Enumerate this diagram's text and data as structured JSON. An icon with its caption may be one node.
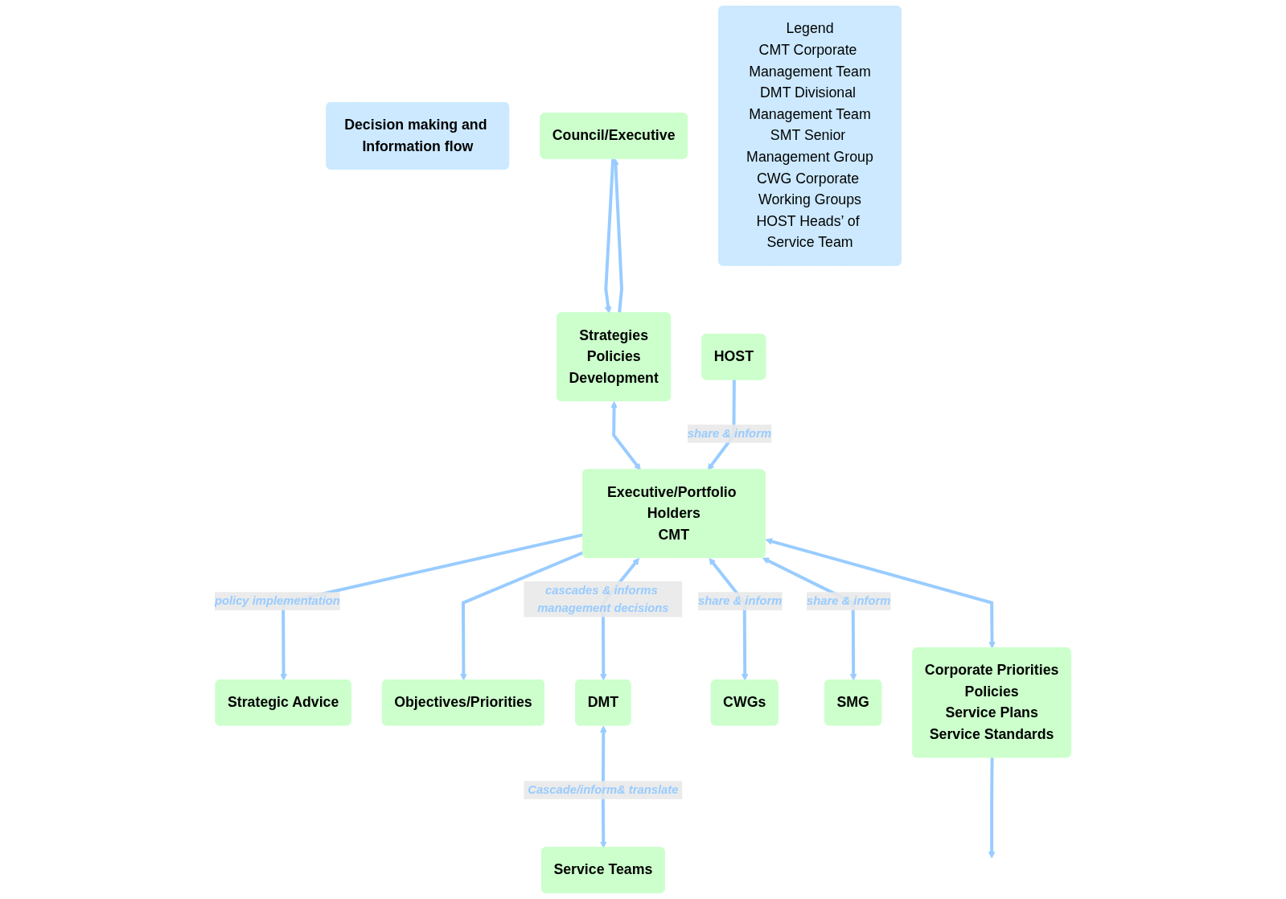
{
  "diagram": {
    "nodes": [
      {
        "text": [
          "Decision making and Information flow"
        ]
      },
      {
        "text": [
          "Council/Executive"
        ]
      },
      {
        "text": [
          "Strategies",
          "Policies",
          "Development"
        ]
      },
      {
        "text": [
          "Strategic Advice"
        ]
      },
      {
        "text": [
          "Executive/Portfolio Holders",
          "CMT"
        ]
      },
      {
        "text": [
          "Objectives/Priorities"
        ]
      },
      {
        "text": [
          "DMT"
        ]
      },
      {
        "text": [
          "HOST"
        ]
      },
      {
        "text": [
          "CWGs"
        ]
      },
      {
        "text": [
          "SMG"
        ]
      },
      {
        "text": [
          "Service Teams"
        ]
      },
      {
        "text": [
          "Corporate Priorities",
          "Policies",
          "Service Plans",
          "Service Standards"
        ]
      },
      {
        "text": [
          "Legend",
          "CMT Corporate Management Team",
          "DMT Divisional Management Team",
          "SMT Senior Management Group",
          "CWG Corporate Working Groups",
          "HOST Heads’ of Service Team"
        ]
      }
    ],
    "edges": [
      {
        "from": 1,
        "to": 2,
        "arrow": "to"
      },
      {
        "from": 2,
        "to": 1,
        "arrow": "to"
      },
      {
        "from": 2,
        "to": 4,
        "arrow": "both"
      },
      {
        "from": 4,
        "to": 3,
        "arrow": "to",
        "label": "policy implementation"
      },
      {
        "from": 4,
        "to": 5,
        "arrow": "to"
      },
      {
        "from": 4,
        "to": 6,
        "arrow": "both",
        "label": "cascades & informs management decisions"
      },
      {
        "from": 7,
        "to": 4,
        "arrow": "to",
        "label": "share & inform"
      },
      {
        "from": 4,
        "to": 8,
        "arrow": "both",
        "label": "share & inform"
      },
      {
        "from": 4,
        "to": 11,
        "arrow": "both"
      },
      {
        "from": 4,
        "to": 9,
        "arrow": "both",
        "label": "share & inform"
      },
      {
        "from": 11,
        "to": null,
        "arrow": "to"
      },
      {
        "from": 6,
        "to": 10,
        "arrow": "both",
        "label": "Cascade/inform& translate"
      }
    ]
  }
}
